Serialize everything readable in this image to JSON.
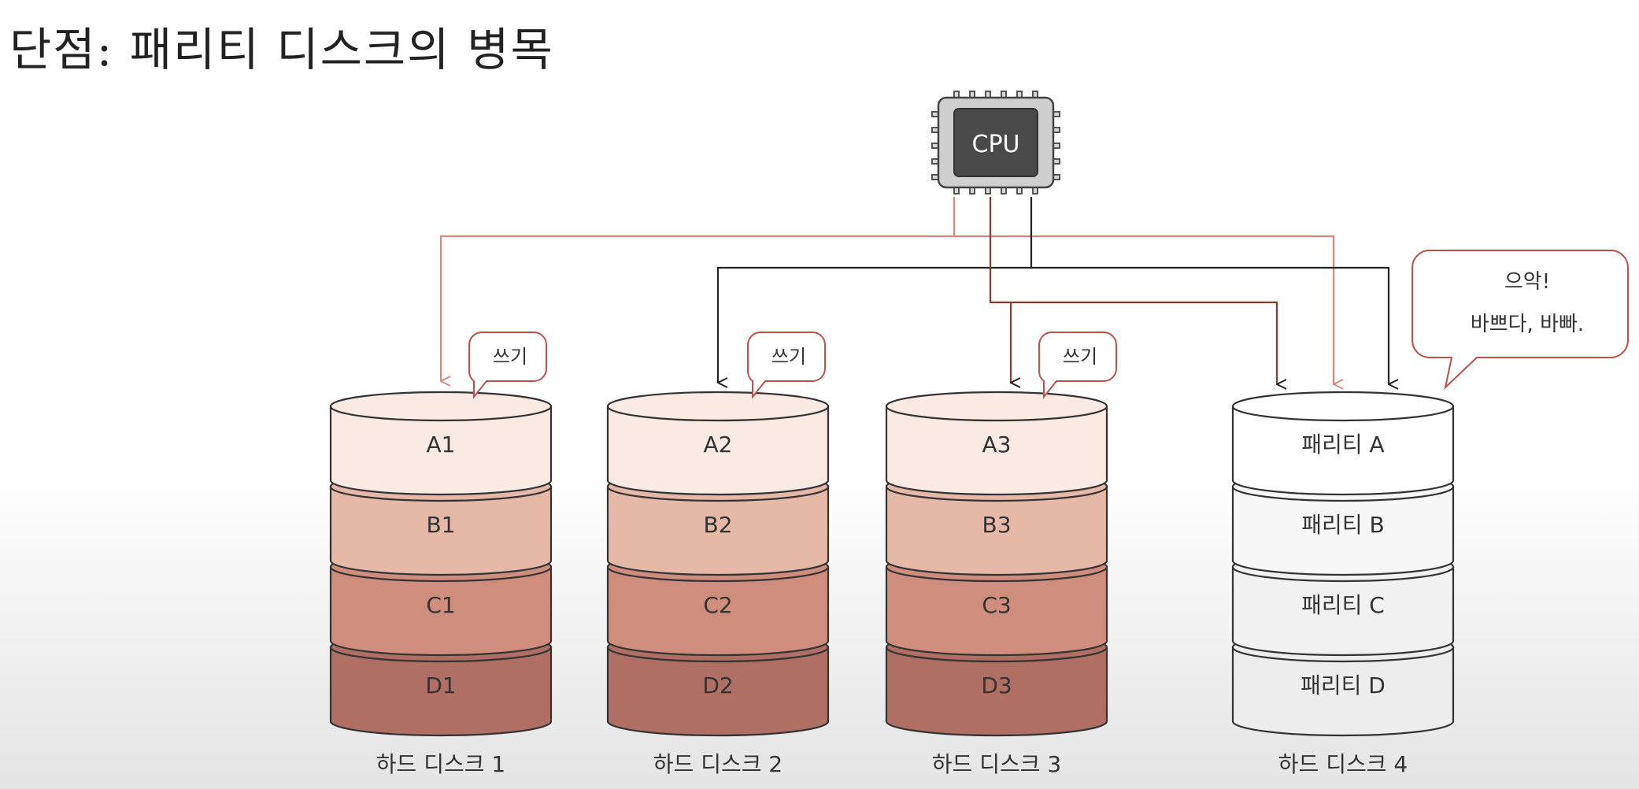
{
  "title": "단점: 패리티 디스크의 병목",
  "cpu": {
    "label": "CPU"
  },
  "disks": [
    {
      "name": "하드 디스크 1",
      "blocks": [
        "A1",
        "B1",
        "C1",
        "D1"
      ],
      "bubble": "쓰기"
    },
    {
      "name": "하드 디스크 2",
      "blocks": [
        "A2",
        "B2",
        "C2",
        "D2"
      ],
      "bubble": "쓰기"
    },
    {
      "name": "하드 디스크 3",
      "blocks": [
        "A3",
        "B3",
        "C3",
        "D3"
      ],
      "bubble": "쓰기"
    },
    {
      "name": "하드 디스크 4",
      "blocks": [
        "패리티 A",
        "패리티 B",
        "패리티 C",
        "패리티 D"
      ]
    }
  ],
  "parity_bubble": {
    "line1": "으악!",
    "line2": "바쁘다, 바빠."
  },
  "colors": {
    "data_blocks": [
      "#fbe9e3",
      "#e6b8a8",
      "#cf8e7d",
      "#b06f64"
    ],
    "parity_blocks": [
      "#ffffff",
      "#f7f7f7",
      "#f1f1f1",
      "#ededed"
    ],
    "outline": "#333333",
    "pink_arrow": "#d9897c",
    "black_arrow": "#222222",
    "bubble_stroke": "#c0504d"
  }
}
